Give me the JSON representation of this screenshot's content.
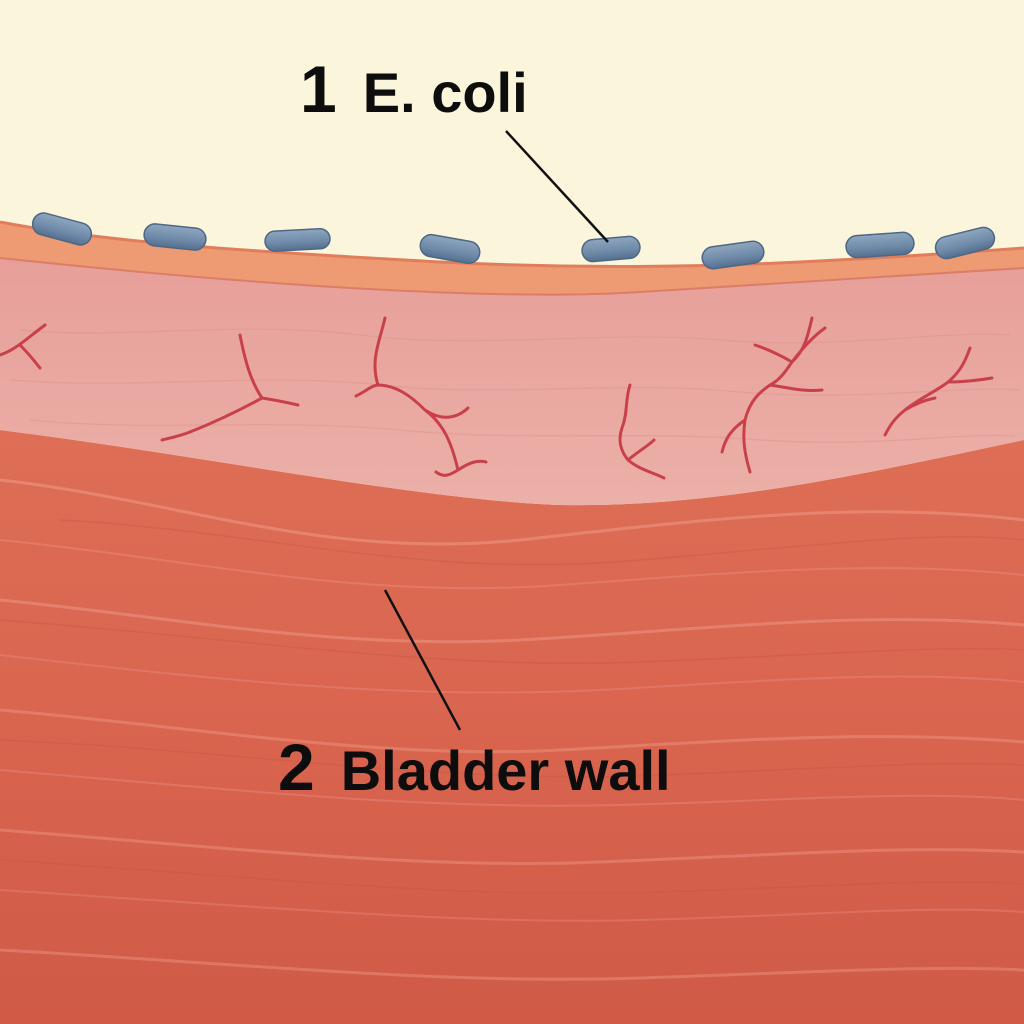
{
  "labels": [
    {
      "number": "1",
      "text": "E. coli"
    },
    {
      "number": "2",
      "text": "Bladder wall"
    }
  ],
  "colors": {
    "background": "#fbf5dc",
    "urothelium": "#ee9a73",
    "lamina_propria": "#e8a7a0",
    "muscle_layer": "#d9654f",
    "bacteria": "#6e8aa8",
    "blood_vessel": "#c9404a",
    "leader_line": "#111111",
    "text": "#0d0d0d"
  },
  "icons": {
    "bacterium": "bacterium-icon",
    "blood_vessel": "blood-vessel-icon"
  }
}
